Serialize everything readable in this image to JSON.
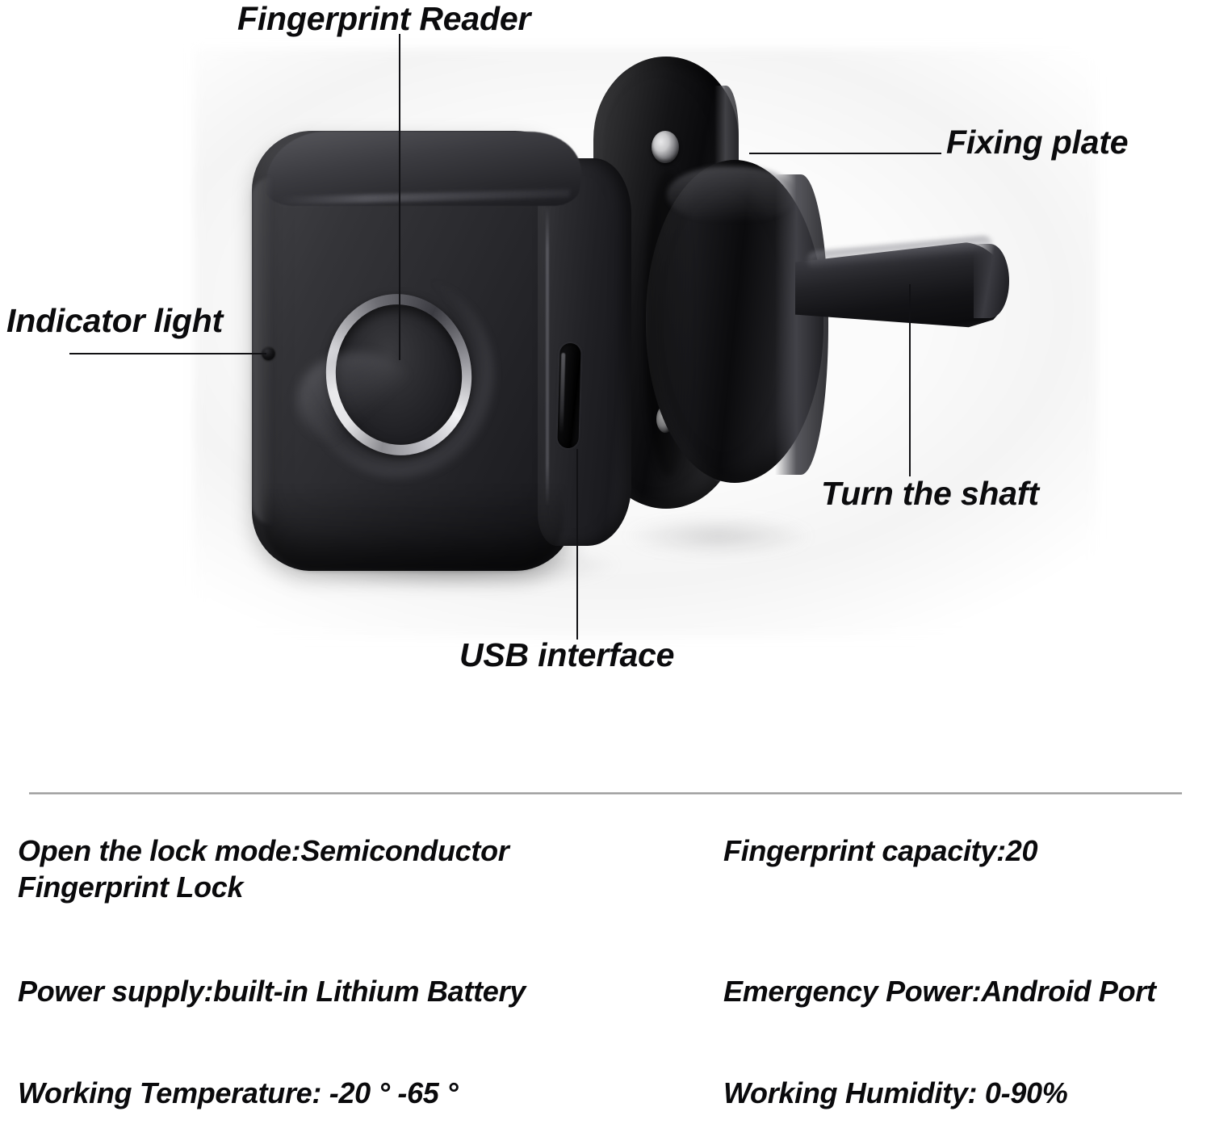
{
  "product": {
    "name": "fingerprint-cabinet-lock",
    "colors": {
      "body": "#2c2c30",
      "ring": "#e8e8ea",
      "text": "#0a0a0c",
      "divider": "#8f8f8f",
      "background": "#ffffff"
    }
  },
  "callouts": [
    {
      "id": "fingerprint-reader",
      "label": "Fingerprint Reader"
    },
    {
      "id": "fixing-plate",
      "label": "Fixing plate"
    },
    {
      "id": "indicator-light",
      "label": "Indicator light"
    },
    {
      "id": "turn-the-shaft",
      "label": "Turn the shaft"
    },
    {
      "id": "usb-interface",
      "label": "USB interface"
    }
  ],
  "specs": {
    "left": [
      "Open the lock mode:Semiconductor\nFingerprint Lock",
      "Power supply:built-in Lithium Battery",
      "Working Temperature: -20 ° -65 °"
    ],
    "right": [
      "Fingerprint capacity:20",
      "Emergency Power:Android Port",
      "Working Humidity: 0-90%"
    ]
  }
}
